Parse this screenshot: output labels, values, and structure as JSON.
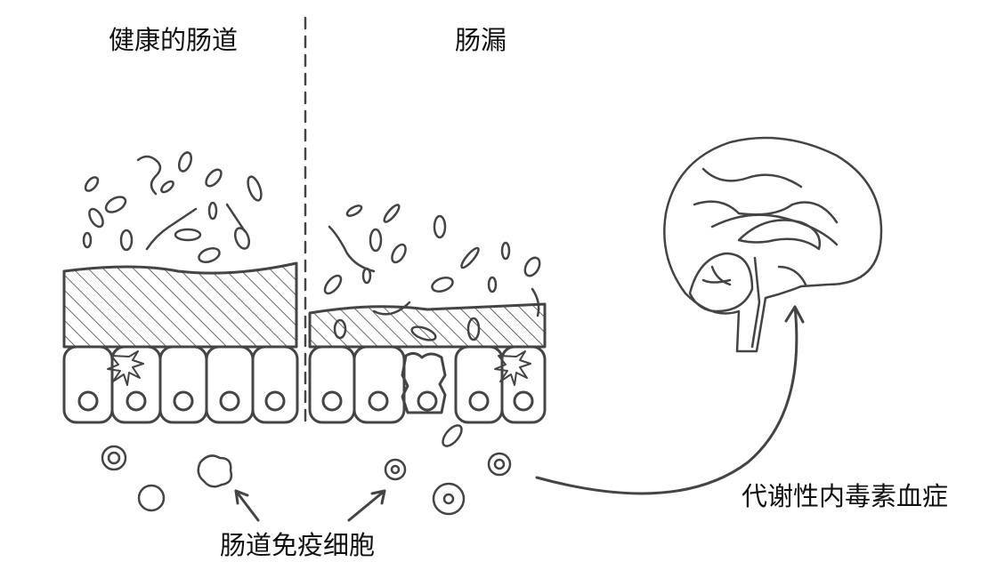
{
  "labels": {
    "healthy_gut": "健康的肠道",
    "leaky_gut": "肠漏",
    "metabolic_endotoxemia": "代谢性内毒素血症",
    "gut_immune_cells": "肠道免疫细胞"
  },
  "colors": {
    "ink": "#333333",
    "background": "#ffffff"
  }
}
